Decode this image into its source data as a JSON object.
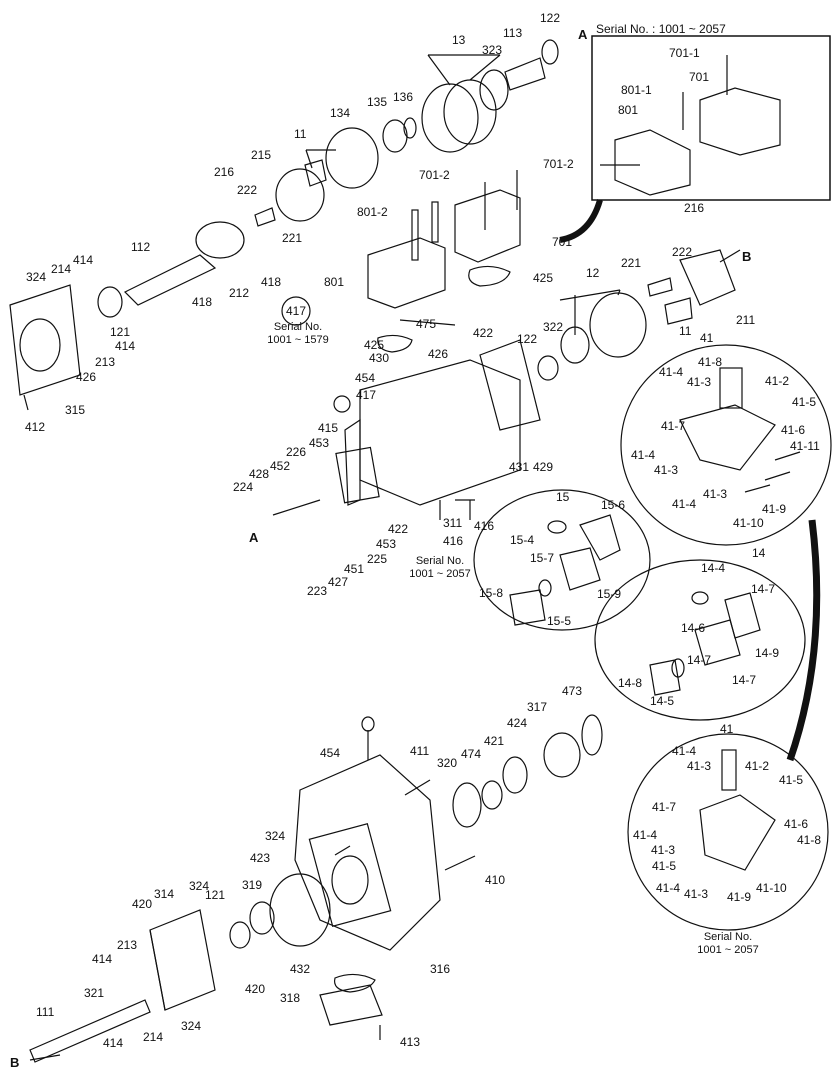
{
  "notes": {
    "serial_top_right": "Serial No. : 1001 ~ 2057",
    "serial_417_line1": "Serial No.",
    "serial_417_line2": "1001 ~ 1579",
    "serial_416_line1": "Serial No.",
    "serial_416_line2": "1001 ~ 2057",
    "serial_bottom_line1": "Serial No.",
    "serial_bottom_line2": "1001 ~ 2057"
  },
  "letters": {
    "A": "A",
    "B": "B"
  },
  "parts": [
    {
      "id": "p13",
      "text": "13"
    },
    {
      "id": "p113",
      "text": "113"
    },
    {
      "id": "p122a",
      "text": "122"
    },
    {
      "id": "p323",
      "text": "323"
    },
    {
      "id": "p134",
      "text": "134"
    },
    {
      "id": "p135",
      "text": "135"
    },
    {
      "id": "p136",
      "text": "136"
    },
    {
      "id": "p11a",
      "text": "11"
    },
    {
      "id": "p215",
      "text": "215"
    },
    {
      "id": "p216a",
      "text": "216"
    },
    {
      "id": "p222a",
      "text": "222"
    },
    {
      "id": "p221a",
      "text": "221"
    },
    {
      "id": "p112",
      "text": "112"
    },
    {
      "id": "p324a",
      "text": "324"
    },
    {
      "id": "p214a",
      "text": "214"
    },
    {
      "id": "p414a",
      "text": "414"
    },
    {
      "id": "p418a",
      "text": "418"
    },
    {
      "id": "p418b",
      "text": "418"
    },
    {
      "id": "p212",
      "text": "212"
    },
    {
      "id": "p121a",
      "text": "121"
    },
    {
      "id": "p414b",
      "text": "414"
    },
    {
      "id": "p213a",
      "text": "213"
    },
    {
      "id": "p426a",
      "text": "426"
    },
    {
      "id": "p315",
      "text": "315"
    },
    {
      "id": "p412",
      "text": "412"
    },
    {
      "id": "p701_2a",
      "text": "701-2"
    },
    {
      "id": "p701_2b",
      "text": "701-2"
    },
    {
      "id": "p801_2",
      "text": "801-2"
    },
    {
      "id": "p701a",
      "text": "701"
    },
    {
      "id": "p801a",
      "text": "801"
    },
    {
      "id": "p425a",
      "text": "425"
    },
    {
      "id": "p425b",
      "text": "425"
    },
    {
      "id": "p475",
      "text": "475"
    },
    {
      "id": "p422a",
      "text": "422"
    },
    {
      "id": "p430",
      "text": "430"
    },
    {
      "id": "p426b",
      "text": "426"
    },
    {
      "id": "p454a",
      "text": "454"
    },
    {
      "id": "p417b",
      "text": "417"
    },
    {
      "id": "p415",
      "text": "415"
    },
    {
      "id": "p226",
      "text": "226"
    },
    {
      "id": "p453a",
      "text": "453"
    },
    {
      "id": "p452",
      "text": "452"
    },
    {
      "id": "p428",
      "text": "428"
    },
    {
      "id": "p224",
      "text": "224"
    },
    {
      "id": "p431",
      "text": "431"
    },
    {
      "id": "p429",
      "text": "429"
    },
    {
      "id": "p422b",
      "text": "422"
    },
    {
      "id": "p311",
      "text": "311"
    },
    {
      "id": "p416a",
      "text": "416"
    },
    {
      "id": "p416b",
      "text": "416"
    },
    {
      "id": "p453b",
      "text": "453"
    },
    {
      "id": "p225",
      "text": "225"
    },
    {
      "id": "p451",
      "text": "451"
    },
    {
      "id": "p427",
      "text": "427"
    },
    {
      "id": "p223",
      "text": "223"
    },
    {
      "id": "p12",
      "text": "12"
    },
    {
      "id": "p322",
      "text": "322"
    },
    {
      "id": "p122b",
      "text": "122"
    },
    {
      "id": "p216b",
      "text": "216"
    },
    {
      "id": "p222b",
      "text": "222"
    },
    {
      "id": "p221b",
      "text": "221"
    },
    {
      "id": "p211",
      "text": "211"
    },
    {
      "id": "p11b",
      "text": "11"
    },
    {
      "id": "p701_1",
      "text": "701-1"
    },
    {
      "id": "p801_1",
      "text": "801-1"
    },
    {
      "id": "p701b",
      "text": "701"
    },
    {
      "id": "p801b",
      "text": "801"
    },
    {
      "id": "p41a",
      "text": "41"
    },
    {
      "id": "p41_8a",
      "text": "41-8"
    },
    {
      "id": "p41_4a",
      "text": "41-4"
    },
    {
      "id": "p41_3a",
      "text": "41-3"
    },
    {
      "id": "p41_2a",
      "text": "41-2"
    },
    {
      "id": "p41_5a",
      "text": "41-5"
    },
    {
      "id": "p41_7a",
      "text": "41-7"
    },
    {
      "id": "p41_6a",
      "text": "41-6"
    },
    {
      "id": "p41_11",
      "text": "41-11"
    },
    {
      "id": "p41_4b",
      "text": "41-4"
    },
    {
      "id": "p41_3b",
      "text": "41-3"
    },
    {
      "id": "p41_3c",
      "text": "41-3"
    },
    {
      "id": "p41_4c",
      "text": "41-4"
    },
    {
      "id": "p41_10a",
      "text": "41-10"
    },
    {
      "id": "p41_9a",
      "text": "41-9"
    },
    {
      "id": "p15",
      "text": "15"
    },
    {
      "id": "p15_6",
      "text": "15-6"
    },
    {
      "id": "p15_4",
      "text": "15-4"
    },
    {
      "id": "p15_7",
      "text": "15-7"
    },
    {
      "id": "p15_8",
      "text": "15-8"
    },
    {
      "id": "p15_5",
      "text": "15-5"
    },
    {
      "id": "p15_9",
      "text": "15-9"
    },
    {
      "id": "p14",
      "text": "14"
    },
    {
      "id": "p14_4",
      "text": "14-4"
    },
    {
      "id": "p14_7a",
      "text": "14-7"
    },
    {
      "id": "p14_6",
      "text": "14-6"
    },
    {
      "id": "p14_9",
      "text": "14-9"
    },
    {
      "id": "p14_7b",
      "text": "14-7"
    },
    {
      "id": "p14_7c",
      "text": "14-7"
    },
    {
      "id": "p14_8",
      "text": "14-8"
    },
    {
      "id": "p14_5",
      "text": "14-5"
    },
    {
      "id": "p473",
      "text": "473"
    },
    {
      "id": "p317",
      "text": "317"
    },
    {
      "id": "p424",
      "text": "424"
    },
    {
      "id": "p421",
      "text": "421"
    },
    {
      "id": "p474",
      "text": "474"
    },
    {
      "id": "p320",
      "text": "320"
    },
    {
      "id": "p411",
      "text": "411"
    },
    {
      "id": "p454b",
      "text": "454"
    },
    {
      "id": "p324b",
      "text": "324"
    },
    {
      "id": "p423",
      "text": "423"
    },
    {
      "id": "p319",
      "text": "319"
    },
    {
      "id": "p121b",
      "text": "121"
    },
    {
      "id": "p410",
      "text": "410"
    },
    {
      "id": "p314",
      "text": "314"
    },
    {
      "id": "p324c",
      "text": "324"
    },
    {
      "id": "p420a",
      "text": "420"
    },
    {
      "id": "p213b",
      "text": "213"
    },
    {
      "id": "p414c",
      "text": "414"
    },
    {
      "id": "p420b",
      "text": "420"
    },
    {
      "id": "p316",
      "text": "316"
    },
    {
      "id": "p432",
      "text": "432"
    },
    {
      "id": "p318",
      "text": "318"
    },
    {
      "id": "p321",
      "text": "321"
    },
    {
      "id": "p111",
      "text": "111"
    },
    {
      "id": "p414d",
      "text": "414"
    },
    {
      "id": "p214b",
      "text": "214"
    },
    {
      "id": "p324d",
      "text": "324"
    },
    {
      "id": "p413",
      "text": "413"
    },
    {
      "id": "p41b",
      "text": "41"
    },
    {
      "id": "p41_4d",
      "text": "41-4"
    },
    {
      "id": "p41_3d",
      "text": "41-3"
    },
    {
      "id": "p41_2b",
      "text": "41-2"
    },
    {
      "id": "p41_5b",
      "text": "41-5"
    },
    {
      "id": "p41_7b",
      "text": "41-7"
    },
    {
      "id": "p41_6b",
      "text": "41-6"
    },
    {
      "id": "p41_4e",
      "text": "41-4"
    },
    {
      "id": "p41_8b",
      "text": "41-8"
    },
    {
      "id": "p41_3e",
      "text": "41-3"
    },
    {
      "id": "p41_5c",
      "text": "41-5"
    },
    {
      "id": "p41_4f",
      "text": "41-4"
    },
    {
      "id": "p41_3f",
      "text": "41-3"
    },
    {
      "id": "p41_9b",
      "text": "41-9"
    },
    {
      "id": "p41_10b",
      "text": "41-10"
    }
  ],
  "part_417_circled": "417"
}
